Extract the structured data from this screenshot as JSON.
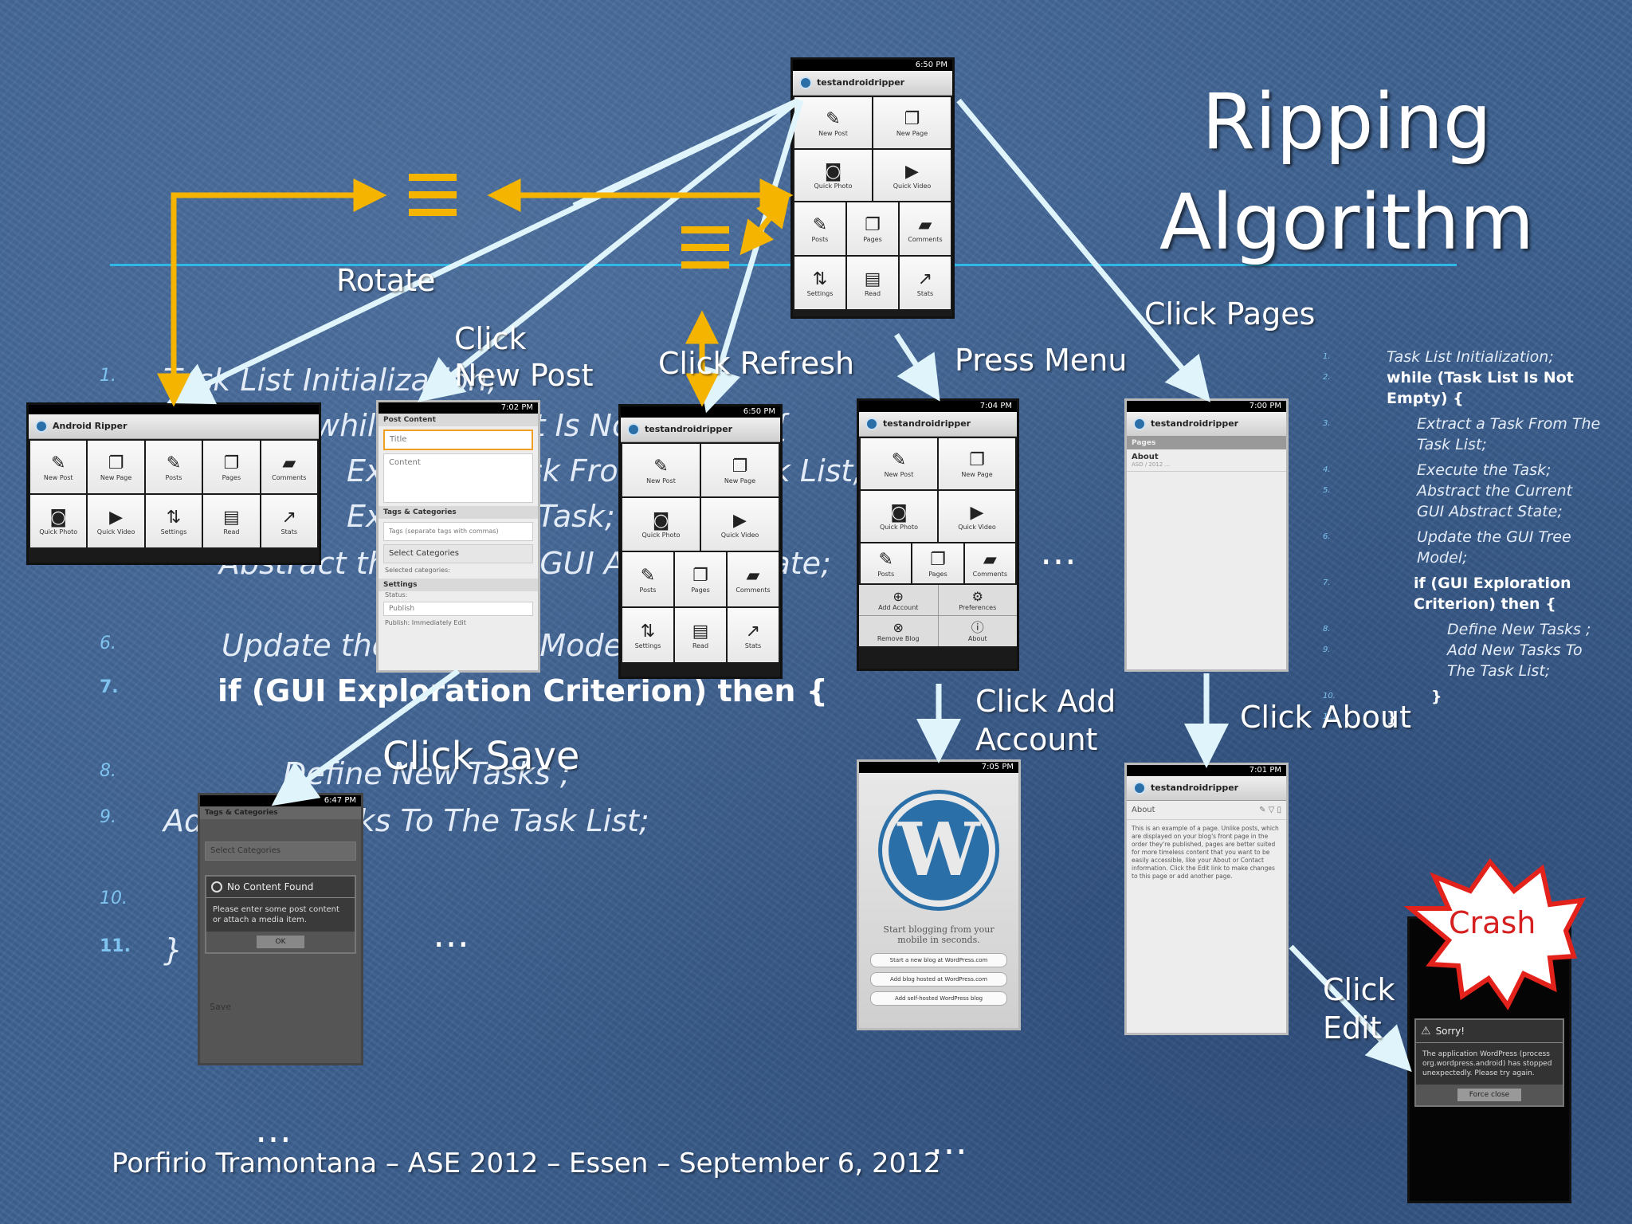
{
  "title": {
    "line1": "Ripping",
    "line2": "Algorithm"
  },
  "labels": {
    "rotate": "Rotate",
    "click_new_post": "Click\nNew Post",
    "click_refresh": "Click Refresh",
    "press_menu": "Press Menu",
    "click_pages": "Click Pages",
    "click_save": "Click Save",
    "click_add_account": "Click Add\nAccount",
    "click_about": "Click About",
    "click_edit": "Click\nEdit",
    "crash": "Crash",
    "ellipsis": "…"
  },
  "algorithm": [
    {
      "n": "1.",
      "text": "Task List Initialization;"
    },
    {
      "n": "2.",
      "text": "while (Task List Is Not Empty) {"
    },
    {
      "n": "3.",
      "text": "Extract a Task From The Task List;"
    },
    {
      "n": "4.",
      "text": "Execute the Task;"
    },
    {
      "n": "5.",
      "text": "Abstract the Current GUI Abstract State;"
    },
    {
      "n": "6.",
      "text": "Update the GUI Tree Model;"
    },
    {
      "n": "7.",
      "text": "if (GUI Exploration Criterion) then {"
    },
    {
      "n": "8.",
      "text": "Define New Tasks ;"
    },
    {
      "n": "9.",
      "text": "Add New Tasks To The Task List;"
    },
    {
      "n": "10.",
      "text": "}"
    },
    {
      "n": "11.",
      "text": "}"
    }
  ],
  "phones": {
    "main": {
      "status": "6:50 PM",
      "appbar": "testandroidripper",
      "items": [
        "New Post",
        "New Page",
        "Quick Photo",
        "Quick Video",
        "Posts",
        "Pages",
        "Comments",
        "Settings",
        "Read",
        "Stats"
      ]
    },
    "landscape": {
      "appbar": "Android Ripper",
      "items": [
        "New Post",
        "New Page",
        "Posts",
        "Pages",
        "Comments",
        "Quick Photo",
        "Quick Video",
        "Settings",
        "Read",
        "Stats"
      ]
    },
    "new_post": {
      "status": "7:02 PM",
      "header": "Post Content",
      "title_ph": "Title",
      "content_ph": "Content",
      "tags_hdr": "Tags & Categories",
      "tags_ph": "Tags (separate tags with commas)",
      "select_categories": "Select Categories",
      "selected": "Selected categories:",
      "settings_hdr": "Settings",
      "status_lbl": "Status:",
      "status_val": "Publish",
      "publish": "Publish: Immediately",
      "edit": "Edit"
    },
    "refresh": {
      "status": "6:50 PM",
      "appbar": "testandroidripper",
      "items": [
        "New Post",
        "New Page",
        "Quick Photo",
        "Quick Video",
        "Posts",
        "Pages",
        "Comments",
        "Settings",
        "Read",
        "Stats"
      ]
    },
    "menu": {
      "status": "7:04 PM",
      "appbar": "testandroidripper",
      "items": [
        "New Post",
        "New Page",
        "Quick Photo",
        "Quick Video",
        "Posts",
        "Pages",
        "Comments"
      ],
      "menu_items": [
        "Add Account",
        "Preferences",
        "Remove Blog",
        "About"
      ]
    },
    "pages": {
      "status": "7:00 PM",
      "appbar": "testandroidripper",
      "header": "Pages",
      "item": "About",
      "item_sub": "ASD / 2012 ..."
    },
    "save": {
      "status": "6:47 PM",
      "header": "Tags & Categories",
      "dialog_title": "No Content Found",
      "dialog_text": "Please enter some post content or attach a media item.",
      "ok": "OK",
      "select_categories": "Select Categories",
      "save": "Save"
    },
    "add_account": {
      "status": "7:05 PM",
      "tagline": "Start blogging from your mobile in seconds.",
      "buttons": [
        "Start a new blog at WordPress.com",
        "Add blog hosted at WordPress.com",
        "Add self-hosted WordPress blog"
      ]
    },
    "about": {
      "status": "7:01 PM",
      "appbar": "testandroidripper",
      "header": "About",
      "body": "This is an example of a page. Unlike posts, which are displayed on your blog's front page in the order they're published, pages are better suited for more timeless content that you want to be easily accessible, like your About or Contact information. Click the Edit link to make changes to this page or add another page."
    },
    "crash": {
      "title": "Sorry!",
      "text": "The application WordPress (process org.wordpress.android) has stopped unexpectedly. Please try again.",
      "button": "Force close"
    }
  },
  "footer": "Porfirio Tramontana – ASE 2012 – Essen – September 6, 2012",
  "colors": {
    "arrow_white": "#dff4fb",
    "arrow_yellow": "#f5b400",
    "divider": "#2fb8e6",
    "crash_red": "#e3231b"
  }
}
